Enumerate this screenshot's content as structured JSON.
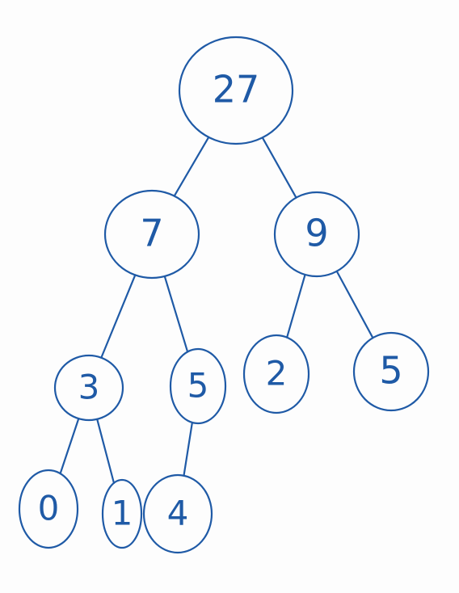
{
  "colors": {
    "ink": "#1f5aa6",
    "paper": "#fdfdfd"
  },
  "tree": {
    "nodes": [
      {
        "id": "n27",
        "label": "27"
      },
      {
        "id": "n7",
        "label": "7"
      },
      {
        "id": "n9",
        "label": "9"
      },
      {
        "id": "n3",
        "label": "3"
      },
      {
        "id": "n5a",
        "label": "5"
      },
      {
        "id": "n2",
        "label": "2"
      },
      {
        "id": "n5b",
        "label": "5"
      },
      {
        "id": "n0",
        "label": "0"
      },
      {
        "id": "n1",
        "label": "1"
      },
      {
        "id": "n4",
        "label": "4"
      }
    ],
    "edges": [
      [
        "n27",
        "n7"
      ],
      [
        "n27",
        "n9"
      ],
      [
        "n7",
        "n3"
      ],
      [
        "n7",
        "n5a"
      ],
      [
        "n9",
        "n2"
      ],
      [
        "n9",
        "n5b"
      ],
      [
        "n3",
        "n0"
      ],
      [
        "n3",
        "n1"
      ],
      [
        "n5a",
        "n4"
      ]
    ]
  }
}
